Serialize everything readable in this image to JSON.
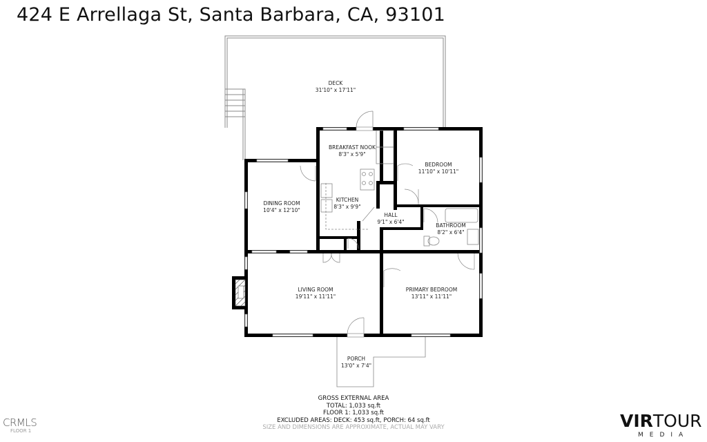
{
  "header": {
    "address": "424 E Arrellaga St, Santa Barbara, CA, 93101"
  },
  "floor_plan": {
    "floor": "FLOOR 1",
    "rooms": [
      {
        "id": "deck",
        "name": "DECK",
        "dims": "31'10\" x 17'11\""
      },
      {
        "id": "breakfast_nook",
        "name": "BREAKFAST NOOK",
        "dims": "8'3\" x 5'9\""
      },
      {
        "id": "bedroom",
        "name": "BEDROOM",
        "dims": "11'10\" x 10'11\""
      },
      {
        "id": "dining_room",
        "name": "DINING ROOM",
        "dims": "10'4\" x 12'10\""
      },
      {
        "id": "kitchen",
        "name": "KITCHEN",
        "dims": "8'3\" x 9'9\""
      },
      {
        "id": "hall",
        "name": "HALL",
        "dims": "9'1\" x 6'4\""
      },
      {
        "id": "bathroom",
        "name": "BATHROOM",
        "dims": "8'2\" x 6'4\""
      },
      {
        "id": "living_room",
        "name": "LIVING ROOM",
        "dims": "19'11\" x 11'11\""
      },
      {
        "id": "primary_bedroom",
        "name": "PRIMARY BEDROOM",
        "dims": "13'11\" x 11'11\""
      },
      {
        "id": "porch",
        "name": "PORCH",
        "dims": "13'0\" x 7'4\""
      }
    ]
  },
  "area_summary": {
    "heading": "GROSS EXTERNAL AREA",
    "total": "TOTAL: 1,033 sq.ft",
    "floor1": "FLOOR 1: 1,033 sq.ft",
    "excluded": "EXCLUDED AREAS: DECK: 453 sq.ft, PORCH: 64 sq.ft",
    "disclaimer": "SIZE AND DIMENSIONS ARE APPROXIMATE, ACTUAL MAY VARY"
  },
  "branding": {
    "mls_logo": "CRMLS",
    "mls_floor": "FLOOR 1",
    "company_bold": "VIR",
    "company_rest": "TOUR",
    "company_sub": "MEDIA"
  },
  "colors": {
    "wall": "#000000",
    "outline": "#888888",
    "disclaimer": "#aaaaaa"
  }
}
